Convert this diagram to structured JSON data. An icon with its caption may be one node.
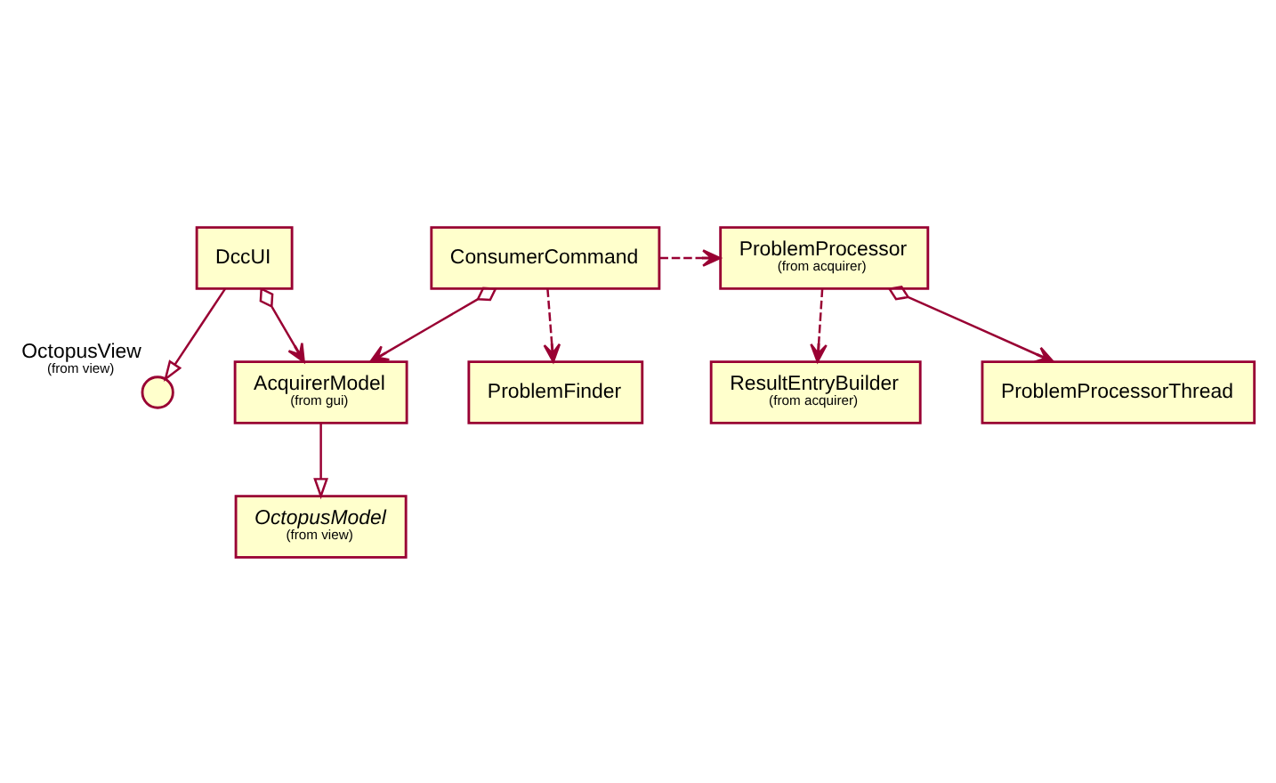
{
  "diagram": {
    "nodes": [
      {
        "text": [
          "OctopusView",
          "(from view)"
        ]
      },
      {
        "text": [
          "DccUI"
        ]
      },
      {
        "text": [
          "ConsumerCommand"
        ]
      },
      {
        "text": [
          "ProblemFinder"
        ]
      },
      {
        "text": [
          "ProblemProcessor",
          "(from acquirer)"
        ]
      },
      {
        "text": [
          "AcquirerModel",
          "(from gui)"
        ]
      },
      {
        "text": [
          "ResultEntryBuilder",
          "(from acquirer)"
        ]
      },
      {
        "text": [
          "ProblemProcessorThread"
        ]
      },
      {
        "text": [
          "OctopusModel",
          "(from view)"
        ]
      }
    ],
    "edges": [
      {
        "from": 1,
        "to": 0,
        "arrow": "to"
      },
      {
        "from": 1,
        "to": 5,
        "arrow": "to"
      },
      {
        "from": 2,
        "to": 5,
        "arrow": "to"
      },
      {
        "from": 2,
        "to": 3,
        "arrow": "to",
        "style": "dashed"
      },
      {
        "from": 2,
        "to": 4,
        "arrow": "to",
        "style": "dashed"
      },
      {
        "from": 4,
        "to": 6,
        "arrow": "to",
        "style": "dashed"
      },
      {
        "from": 4,
        "to": 7,
        "arrow": "to"
      },
      {
        "from": 5,
        "to": 8,
        "arrow": "to"
      }
    ]
  }
}
